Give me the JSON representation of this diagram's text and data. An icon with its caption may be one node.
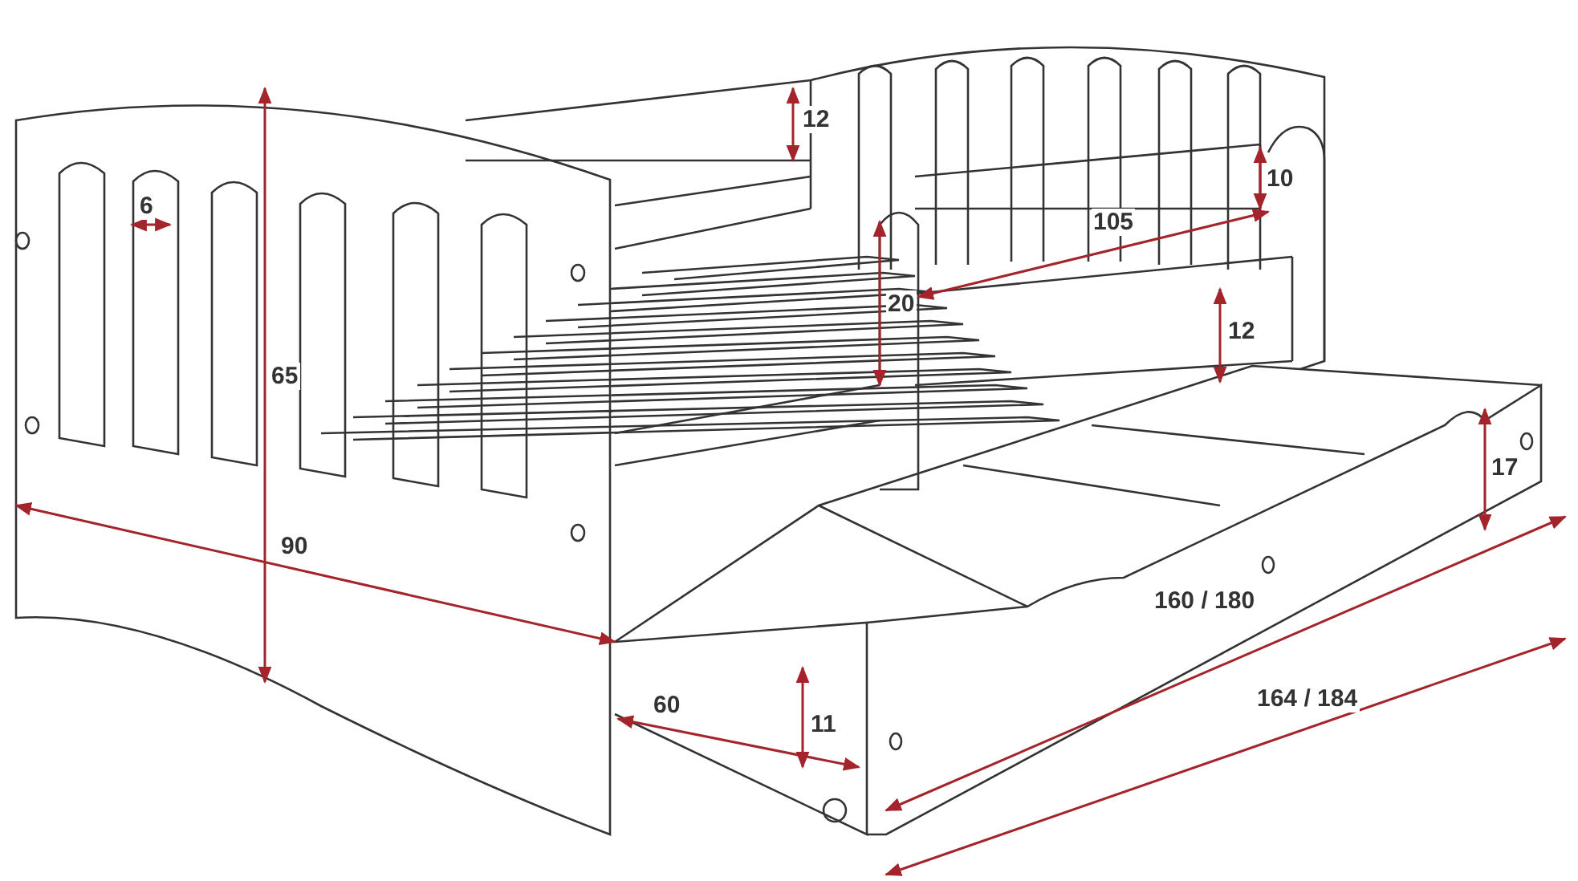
{
  "diagram": {
    "labels": [
      "12",
      "6",
      "10",
      "105",
      "20",
      "65",
      "12",
      "17",
      "90",
      "160 / 180",
      "60",
      "11",
      "164 / 184"
    ]
  }
}
